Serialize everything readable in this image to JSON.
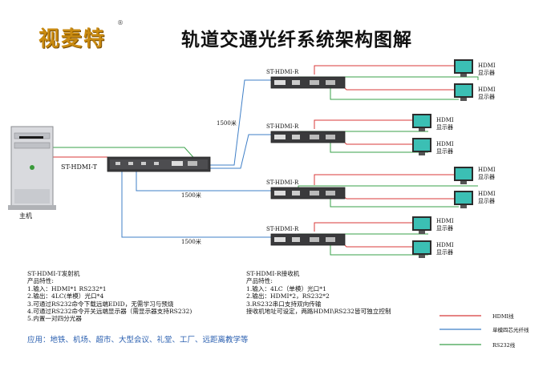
{
  "header": {
    "logo_text": "视麦特",
    "registered_mark": "®",
    "title": "轨道交通光纤系统架构图解"
  },
  "diagram": {
    "host_label": "主机",
    "transmitter_label": "ST-HDMI-T",
    "receiver_label": "ST-HDMI-R",
    "monitor_label_line1": "HDMI",
    "monitor_label_line2": "显示器",
    "distance_labels": [
      "1500米",
      "1500米",
      "1500米"
    ],
    "colors": {
      "hdmi": "#d83a3a",
      "fiber": "#3f7fc7",
      "rs232": "#3aa04a",
      "monitor": "#3bbfb4",
      "device": "#444444"
    }
  },
  "transmitter_info": {
    "title": "ST-HDMI-T发射机",
    "features_label": "产品特性:",
    "features": [
      "1.输入：HDMI*1 RS232*1",
      "2.输出：4LC(单模）光口*4",
      "3.可通过RS232命令下载远端EDID，无需学习与预烧",
      "4.可通过RS232命令开关远端显示器（需显示器支持RS232)",
      "5.内置一对四分光器"
    ]
  },
  "receiver_info": {
    "title": "ST-HDMI-R接收机",
    "features_label": "产品特性:",
    "features": [
      "1.输入：4LC（单模）光口*1",
      "2.输出：HDMI*2，RS232*2",
      "3.RS232串口支持双向传输",
      "接收机地址可设定，两路HDMI\\RS232皆可独立控制"
    ]
  },
  "application_text": "应用：地铁、机场、超市、大型会议、礼堂、工厂、远距离教学等",
  "legend": [
    {
      "label": "HDMI线",
      "color": "#d83a3a"
    },
    {
      "label": "单模四芯光纤线",
      "color": "#3f7fc7"
    },
    {
      "label": "RS232线",
      "color": "#3aa04a"
    }
  ]
}
